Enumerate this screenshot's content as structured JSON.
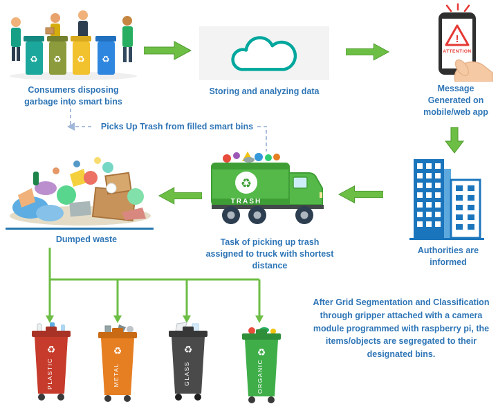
{
  "flow": {
    "consumers_caption": "Consumers disposing garbage into smart bins",
    "cloud_caption": "Storing and analyzing data",
    "message_caption": "Message Generated on mobile/web app",
    "phone_alert_label": "ATTENTION",
    "authorities_caption": "Authorities are informed",
    "truck_caption": "Task of picking up trash assigned to truck with shortest distance",
    "truck_label": "TRASH",
    "dumped_caption": "Dumped waste",
    "pickup_note": "Picks Up Trash from filled smart bins",
    "segregation_note": "After Grid Segmentation and Classification through gripper attached with a camera module programmed with raspberry pi, the items/objects are segregated to their designated bins.",
    "recycle_symbol": "♻",
    "alert_mark": "!"
  },
  "bins": [
    {
      "label": "PLASTIC",
      "color": "#C63B2B",
      "lid": "#A93226"
    },
    {
      "label": "METAL",
      "color": "#E67E22",
      "lid": "#C96A15"
    },
    {
      "label": "GLASS",
      "color": "#4A4A4A",
      "lid": "#373737"
    },
    {
      "label": "ORGANIC",
      "color": "#3FAE49",
      "lid": "#2F8E3A"
    }
  ],
  "colors": {
    "caption_blue": "#2E75B6",
    "arrow_green": "#6DBE45",
    "truck_green": "#55B94A",
    "truck_green_dark": "#3E9E35",
    "building_blue": "#1B75BC",
    "cloud_teal": "#00A79D",
    "alert_red": "#E53935",
    "dashed_blue": "#9FB6D8",
    "ground_blue": "#2576AE"
  }
}
